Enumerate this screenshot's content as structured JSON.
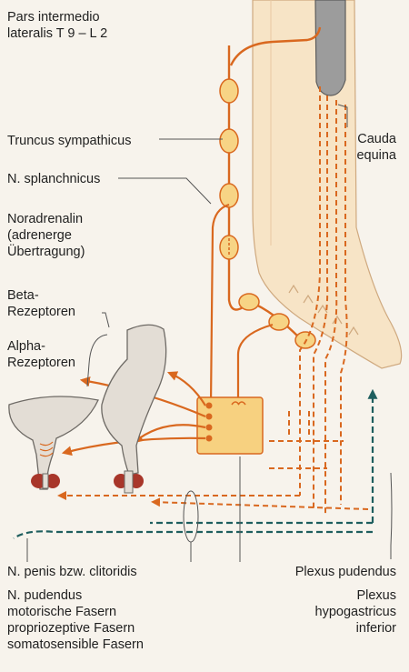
{
  "colors": {
    "background": "#f7f3ec",
    "spine": "#f7e4c6",
    "spine_outline": "#cfa97f",
    "nerve_orange": "#d9681f",
    "nerve_teal": "#1e5e5e",
    "ganglion": "#f7d485",
    "plexus_box": "#f7d180",
    "organ": "#e3ddd5",
    "organ_outline": "#6e6a65",
    "muscle": "#a8362a",
    "cauda": "#9c9c9c"
  },
  "labels": {
    "pars_line1": "Pars intermedio",
    "pars_line2": "lateralis T 9 – L 2",
    "truncus": "Truncus sympathicus",
    "splanchnicus": "N. splanchnicus",
    "noradrenalin_line1": "Noradrenalin",
    "noradrenalin_line2": "(adrenerge",
    "noradrenalin_line3": "Übertragung)",
    "beta_line1": "Beta-",
    "beta_line2": "Rezeptoren",
    "alpha_line1": "Alpha-",
    "alpha_line2": "Rezeptoren",
    "cauda_line1": "Cauda",
    "cauda_line2": "equina",
    "penis": "N. penis bzw. clitoridis",
    "pudendus_line1": "N. pudendus",
    "pudendus_line2": "motorische Fasern",
    "pudendus_line3": "propriozeptive Fasern",
    "pudendus_line4": "somatosensible Fasern",
    "plexus_pudendus": "Plexus pudendus",
    "plexus_hypo_line1": "Plexus",
    "plexus_hypo_line2": "hypogastricus",
    "plexus_hypo_line3": "inferior"
  }
}
